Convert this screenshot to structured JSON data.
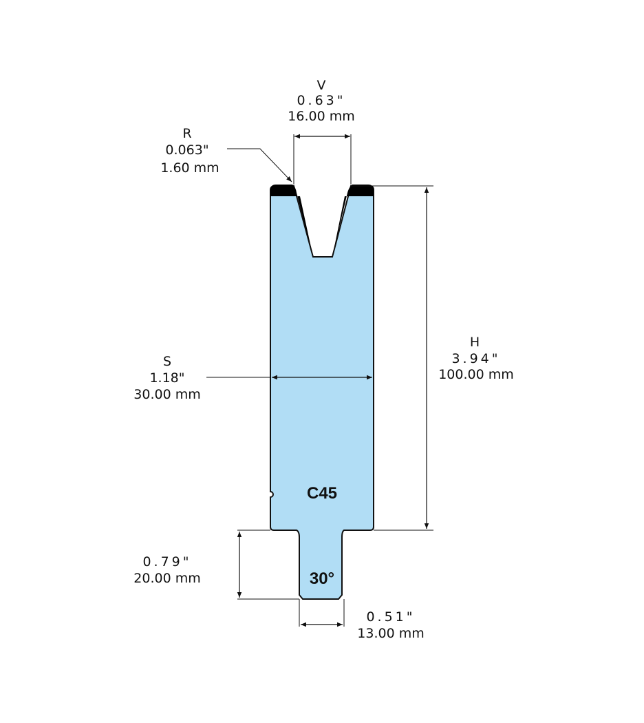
{
  "colors": {
    "body_fill": "#b1ddf5",
    "outline": "#111111",
    "tip": "#000000"
  },
  "dimensions": {
    "v": {
      "label": "V",
      "inch": "0.63\"",
      "mm": "16.00 mm"
    },
    "r": {
      "label": "R",
      "inch": "0.063\"",
      "mm": "1.60 mm"
    },
    "h": {
      "label": "H",
      "inch": "3.94\"",
      "mm": "100.00 mm"
    },
    "s": {
      "label": "S",
      "inch": "1.18\"",
      "mm": "30.00 mm"
    },
    "tang_height": {
      "inch": "0.79\"",
      "mm": "20.00 mm"
    },
    "tang_width": {
      "inch": "0.51\"",
      "mm": "13.00 mm"
    }
  },
  "markings": {
    "material": "C45",
    "angle": "30°"
  }
}
